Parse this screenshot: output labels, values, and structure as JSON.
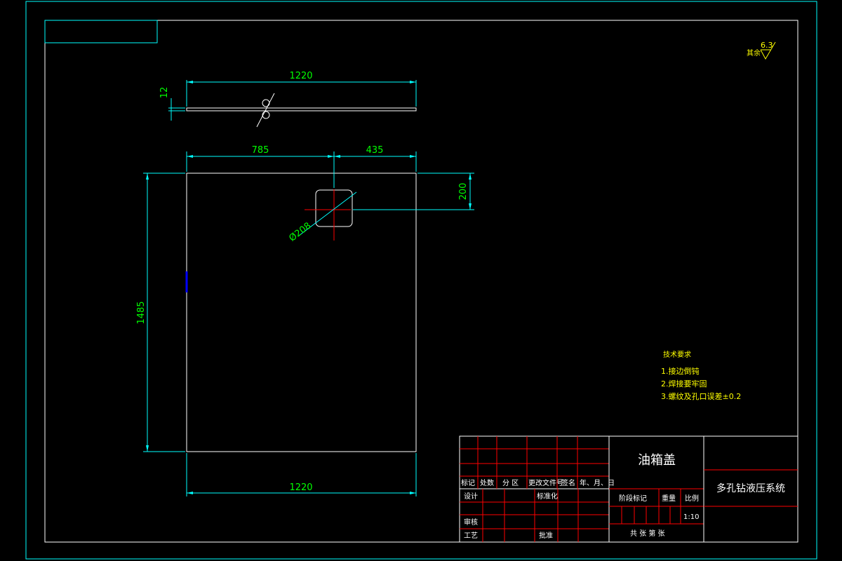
{
  "colors": {
    "frame": "#00ffff",
    "part": "#ffffff",
    "dimension_line": "#00ffff",
    "dimension_text": "#00ff00",
    "center_mark": "#ff0000",
    "title_block_grid": "#ff0000",
    "notes": "#ffff00",
    "background": "#000000"
  },
  "dimensions": {
    "side_view_length": "1220",
    "side_view_thickness": "12",
    "hole_offset_left": "785",
    "hole_offset_right": "435",
    "hole_offset_top": "200",
    "hole_diameter": "Ø208",
    "plate_height": "1485",
    "plate_width_bottom": "1220"
  },
  "surface_finish": {
    "label": "其余",
    "value": "6.3"
  },
  "technical_requirements": {
    "title": "技术要求",
    "items": [
      "1.接边倒钝",
      "2.焊接要牢固",
      "3.螺纹及孔口误差±0.2"
    ]
  },
  "title_block": {
    "part_name": "油箱盖",
    "project_name": "多孔钻液压系统",
    "header_cells": [
      "标记",
      "处数",
      "分 区",
      "更改文件号",
      "签名",
      "年、月、日"
    ],
    "design": "设计",
    "standardization": "标准化",
    "review": "审核",
    "process": "工艺",
    "approve": "批准",
    "stage_mark": "阶段标记",
    "weight": "重量",
    "scale_label": "比例",
    "scale_value": "1:10",
    "sheets": "共  张  第  张"
  }
}
